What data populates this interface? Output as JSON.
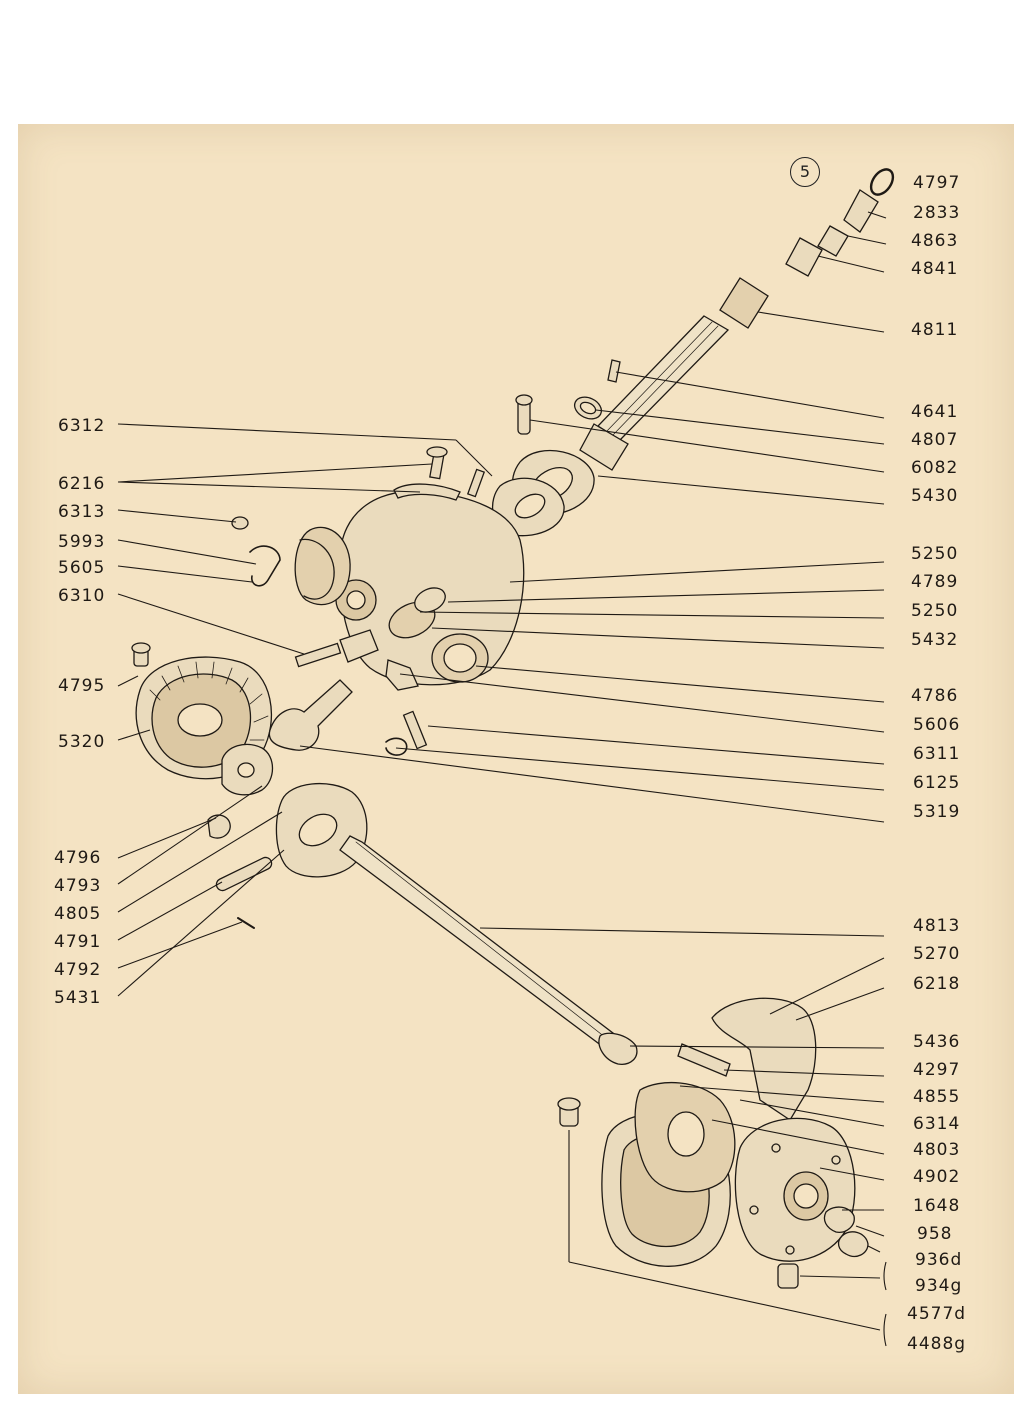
{
  "page_number": "5",
  "labels_right": [
    "4797",
    "2833",
    "4863",
    "4841",
    "4811",
    "4641",
    "4807",
    "6082",
    "5430",
    "5250",
    "4789",
    "5250",
    "5432",
    "4786",
    "5606",
    "6311",
    "6125",
    "5319",
    "4813",
    "5270",
    "6218",
    "5436",
    "4297",
    "4855",
    "6314",
    "4803",
    "4902",
    "1648",
    "958",
    "936d",
    "934g",
    "4577d",
    "4488g"
  ],
  "labels_left": [
    "6312",
    "6216",
    "6313",
    "5993",
    "5605",
    "6310",
    "4795",
    "5320",
    "4796",
    "4793",
    "4805",
    "4791",
    "4792",
    "5431"
  ],
  "colors": {
    "paper": "#f4e3c3",
    "ink": "#1f1a15",
    "part_fill": "#eadbbd"
  }
}
